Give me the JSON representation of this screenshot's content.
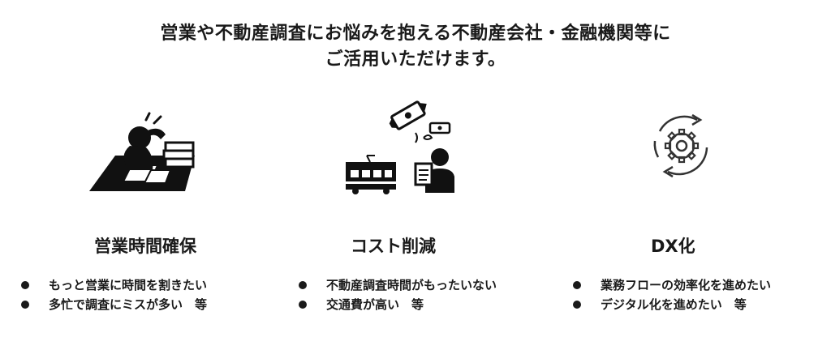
{
  "headline": {
    "line1": "営業や不動産調査にお悩みを抱える不動産会社・金融機関等に",
    "line2": "ご活用いただけます。"
  },
  "columns": [
    {
      "title": "営業時間確保",
      "icon": "overworked-person-icon",
      "bullets": [
        "もっと営業に時間を割きたい",
        "多忙で調査にミスが多い　等"
      ]
    },
    {
      "title": "コスト削減",
      "icon": "cost-train-money-icon",
      "bullets": [
        "不動産調査時間がもったいない",
        "交通費が高い　等"
      ]
    },
    {
      "title": "DX化",
      "icon": "gear-cycle-icon",
      "bullets": [
        "業務フローの効率化を進めたい",
        "デジタル化を進めたい　等"
      ]
    }
  ],
  "colors": {
    "text": "#1a1a1a",
    "background": "#ffffff"
  }
}
